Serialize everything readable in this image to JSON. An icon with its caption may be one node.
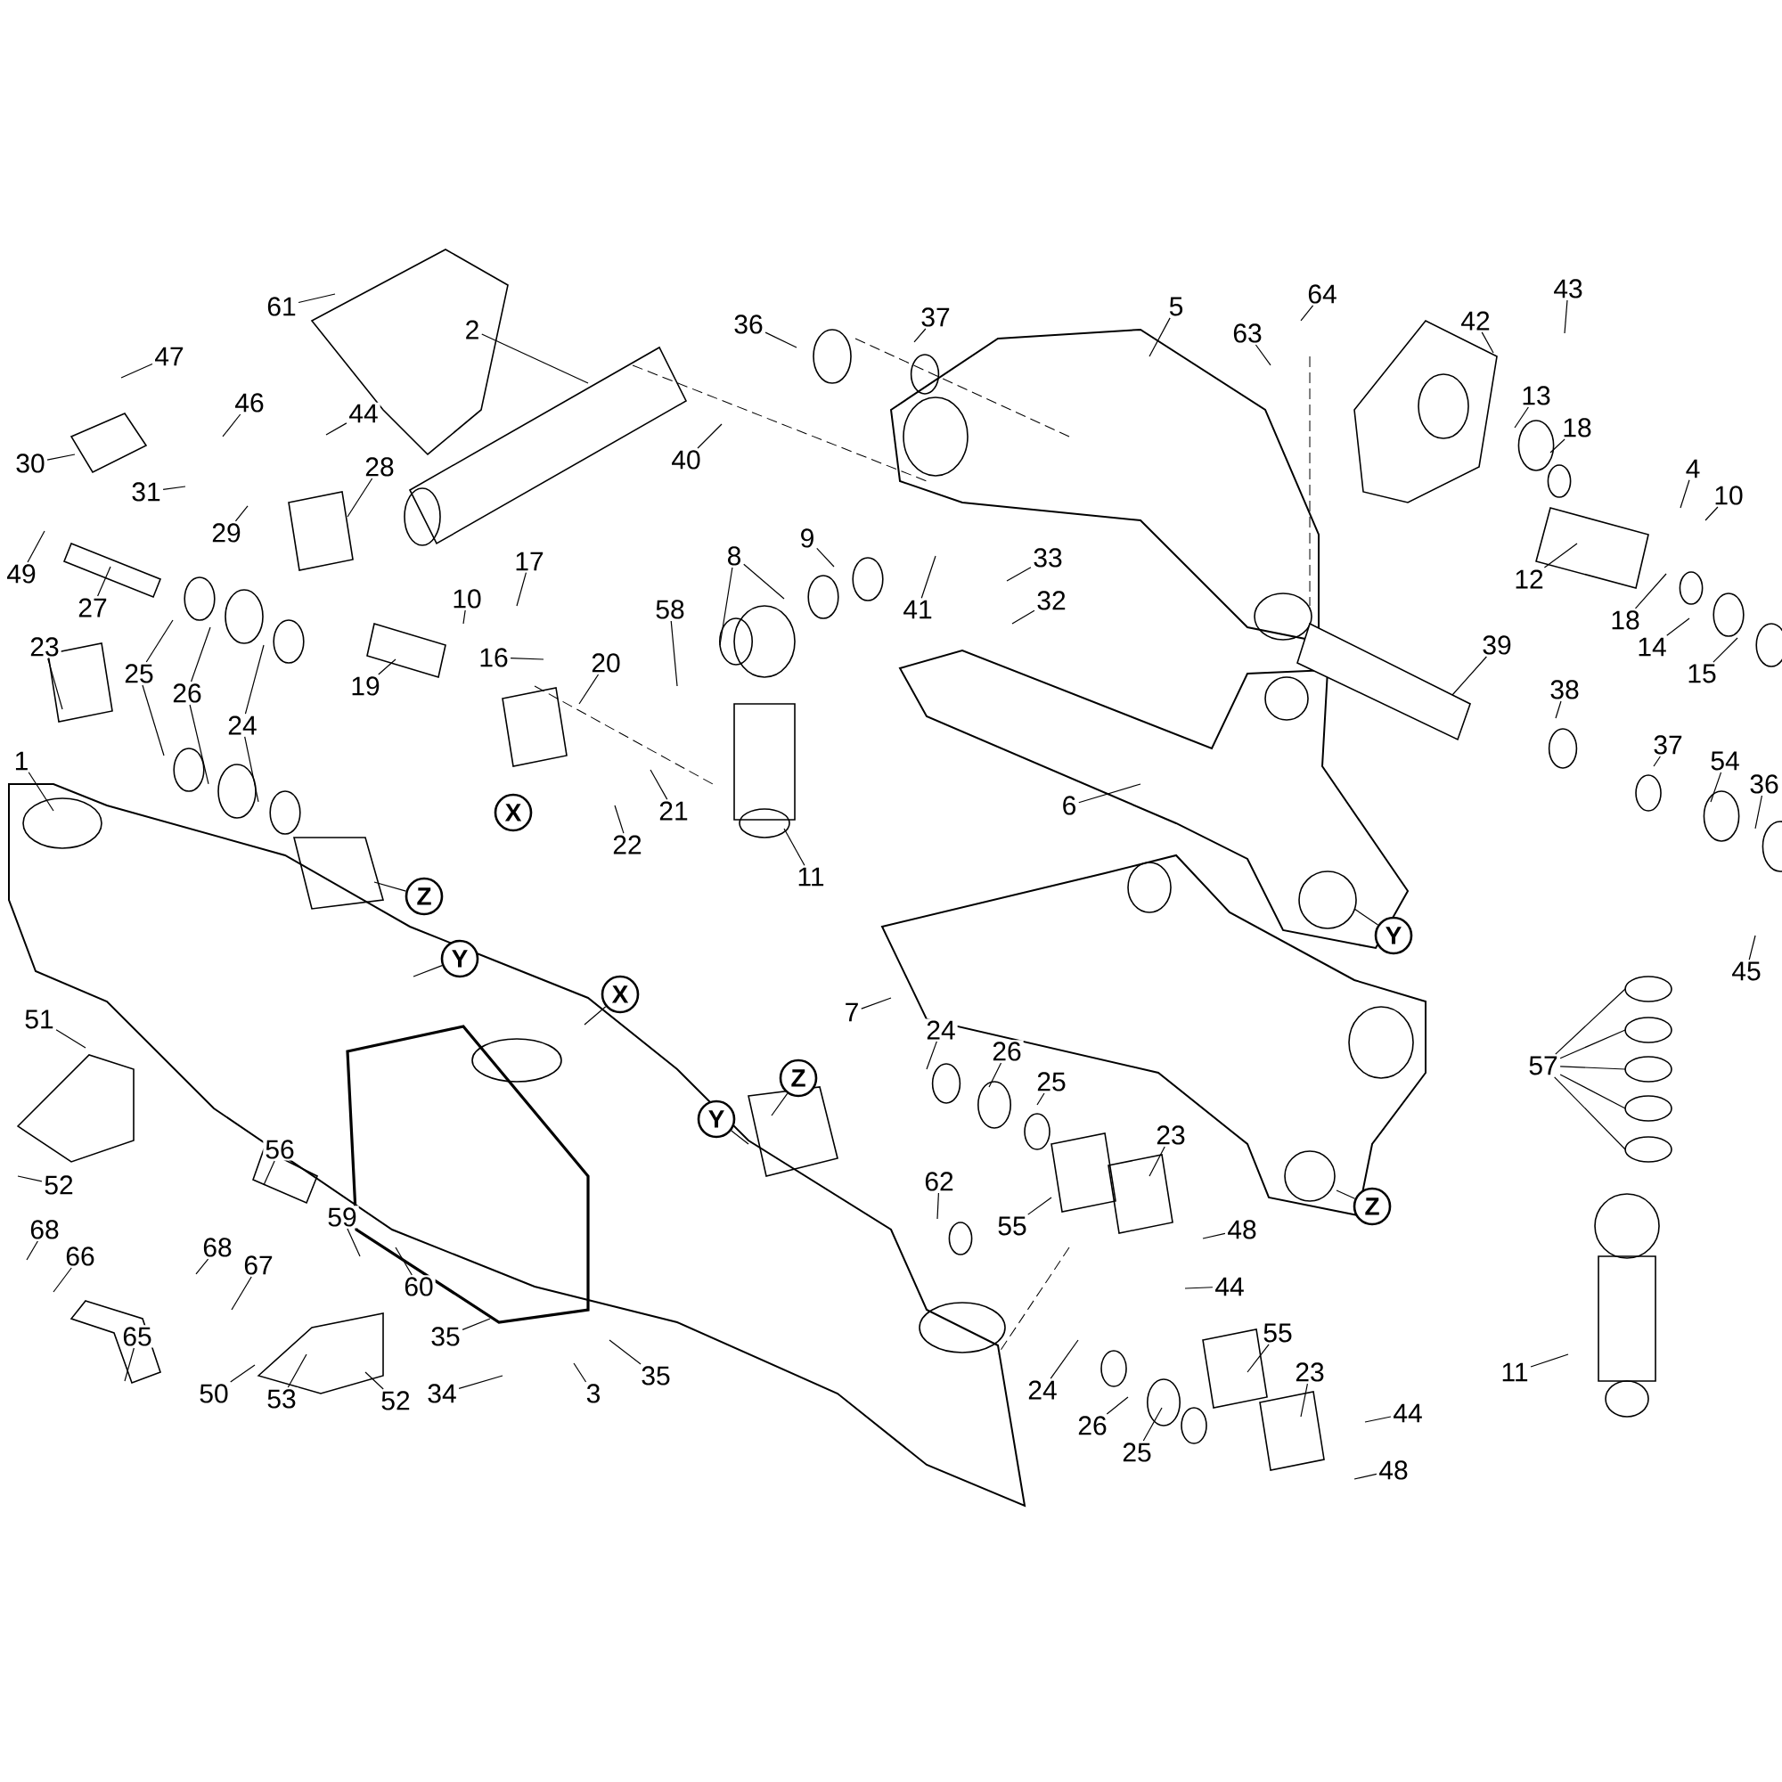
{
  "diagram": {
    "nodes": [
      {
        "text": [
          "61"
        ]
      },
      {
        "text": [
          "5"
        ]
      },
      {
        "text": [
          "43"
        ]
      },
      {
        "text": [
          "64"
        ]
      },
      {
        "text": [
          "36"
        ]
      },
      {
        "text": [
          "37"
        ]
      },
      {
        "text": [
          "2"
        ]
      },
      {
        "text": [
          "42"
        ]
      },
      {
        "text": [
          "63"
        ]
      },
      {
        "text": [
          "47"
        ]
      },
      {
        "text": [
          "13"
        ]
      },
      {
        "text": [
          "46"
        ]
      },
      {
        "text": [
          "44"
        ]
      },
      {
        "text": [
          "18"
        ]
      },
      {
        "text": [
          "40"
        ]
      },
      {
        "text": [
          "30"
        ]
      },
      {
        "text": [
          "28"
        ]
      },
      {
        "text": [
          "4"
        ]
      },
      {
        "text": [
          "31"
        ]
      },
      {
        "text": [
          "10"
        ]
      },
      {
        "text": [
          "29"
        ]
      },
      {
        "text": [
          "9"
        ]
      },
      {
        "text": [
          "8"
        ]
      },
      {
        "text": [
          "33"
        ]
      },
      {
        "text": [
          "17"
        ]
      },
      {
        "text": [
          "49"
        ]
      },
      {
        "text": [
          "12"
        ]
      },
      {
        "text": [
          "10"
        ]
      },
      {
        "text": [
          "32"
        ]
      },
      {
        "text": [
          "27"
        ]
      },
      {
        "text": [
          "58"
        ]
      },
      {
        "text": [
          "41"
        ]
      },
      {
        "text": [
          "18"
        ]
      },
      {
        "text": [
          "14"
        ]
      },
      {
        "text": [
          "23"
        ]
      },
      {
        "text": [
          "39"
        ]
      },
      {
        "text": [
          "16"
        ]
      },
      {
        "text": [
          "20"
        ]
      },
      {
        "text": [
          "25"
        ]
      },
      {
        "text": [
          "15"
        ]
      },
      {
        "text": [
          "19"
        ]
      },
      {
        "text": [
          "38"
        ]
      },
      {
        "text": [
          "26"
        ]
      },
      {
        "text": [
          "24"
        ]
      },
      {
        "text": [
          "37"
        ]
      },
      {
        "text": [
          "54"
        ]
      },
      {
        "text": [
          "1"
        ]
      },
      {
        "text": [
          "36"
        ]
      },
      {
        "text": [
          "6"
        ]
      },
      {
        "text": [
          "X"
        ]
      },
      {
        "text": [
          "22"
        ]
      },
      {
        "text": [
          "21"
        ]
      },
      {
        "text": [
          "11"
        ]
      },
      {
        "text": [
          "Z"
        ]
      },
      {
        "text": [
          "Y"
        ]
      },
      {
        "text": [
          "Y"
        ]
      },
      {
        "text": [
          "45"
        ]
      },
      {
        "text": [
          "X"
        ]
      },
      {
        "text": [
          "7"
        ]
      },
      {
        "text": [
          "51"
        ]
      },
      {
        "text": [
          "24"
        ]
      },
      {
        "text": [
          "26"
        ]
      },
      {
        "text": [
          "57"
        ]
      },
      {
        "text": [
          "Z"
        ]
      },
      {
        "text": [
          "25"
        ]
      },
      {
        "text": [
          "Y"
        ]
      },
      {
        "text": [
          "23"
        ]
      },
      {
        "text": [
          "56"
        ]
      },
      {
        "text": [
          "62"
        ]
      },
      {
        "text": [
          "52"
        ]
      },
      {
        "text": [
          "Z"
        ]
      },
      {
        "text": [
          "59"
        ]
      },
      {
        "text": [
          "55"
        ]
      },
      {
        "text": [
          "48"
        ]
      },
      {
        "text": [
          "68"
        ]
      },
      {
        "text": [
          "68"
        ]
      },
      {
        "text": [
          "66"
        ]
      },
      {
        "text": [
          "67"
        ]
      },
      {
        "text": [
          "60"
        ]
      },
      {
        "text": [
          "44"
        ]
      },
      {
        "text": [
          "55"
        ]
      },
      {
        "text": [
          "35"
        ]
      },
      {
        "text": [
          "65"
        ]
      },
      {
        "text": [
          "23"
        ]
      },
      {
        "text": [
          "11"
        ]
      },
      {
        "text": [
          "35"
        ]
      },
      {
        "text": [
          "24"
        ]
      },
      {
        "text": [
          "50"
        ]
      },
      {
        "text": [
          "34"
        ]
      },
      {
        "text": [
          "3"
        ]
      },
      {
        "text": [
          "53"
        ]
      },
      {
        "text": [
          "52"
        ]
      },
      {
        "text": [
          "44"
        ]
      },
      {
        "text": [
          "26"
        ]
      },
      {
        "text": [
          "25"
        ]
      },
      {
        "text": [
          "48"
        ]
      }
    ],
    "edges": [
      {
        "from": 0,
        "to": null,
        "arrow": "none"
      },
      {
        "from": 1,
        "to": null,
        "arrow": "none"
      },
      {
        "from": 2,
        "to": null,
        "arrow": "none"
      },
      {
        "from": 3,
        "to": null,
        "arrow": "none"
      },
      {
        "from": 4,
        "to": null,
        "arrow": "none"
      },
      {
        "from": 5,
        "to": null,
        "arrow": "none"
      },
      {
        "from": 6,
        "to": null,
        "arrow": "none"
      },
      {
        "from": 7,
        "to": null,
        "arrow": "none"
      },
      {
        "from": 8,
        "to": null,
        "arrow": "none"
      },
      {
        "from": 9,
        "to": null,
        "arrow": "none"
      },
      {
        "from": 10,
        "to": null,
        "arrow": "none"
      },
      {
        "from": 11,
        "to": null,
        "arrow": "none"
      },
      {
        "from": 12,
        "to": null,
        "arrow": "none"
      },
      {
        "from": 13,
        "to": null,
        "arrow": "none"
      },
      {
        "from": 14,
        "to": null,
        "arrow": "none"
      },
      {
        "from": 15,
        "to": null,
        "arrow": "none"
      },
      {
        "from": 16,
        "to": null,
        "arrow": "none"
      },
      {
        "from": 17,
        "to": null,
        "arrow": "none"
      },
      {
        "from": 18,
        "to": null,
        "arrow": "none"
      },
      {
        "from": 19,
        "to": null,
        "arrow": "none"
      },
      {
        "from": 20,
        "to": null,
        "arrow": "none"
      },
      {
        "from": 21,
        "to": null,
        "arrow": "none"
      },
      {
        "from": 22,
        "to": null,
        "arrow": "none"
      },
      {
        "from": 22,
        "to": null,
        "arrow": "none"
      },
      {
        "from": 23,
        "to": null,
        "arrow": "none"
      },
      {
        "from": 24,
        "to": null,
        "arrow": "none"
      },
      {
        "from": 25,
        "to": null,
        "arrow": "none"
      },
      {
        "from": 26,
        "to": null,
        "arrow": "none"
      },
      {
        "from": 27,
        "to": null,
        "arrow": "none"
      },
      {
        "from": 28,
        "to": null,
        "arrow": "none"
      },
      {
        "from": 29,
        "to": null,
        "arrow": "none"
      },
      {
        "from": 30,
        "to": null,
        "arrow": "none"
      },
      {
        "from": 31,
        "to": null,
        "arrow": "none"
      },
      {
        "from": 32,
        "to": null,
        "arrow": "none"
      },
      {
        "from": 33,
        "to": null,
        "arrow": "none"
      },
      {
        "from": 34,
        "to": null,
        "arrow": "none"
      },
      {
        "from": 35,
        "to": null,
        "arrow": "none"
      },
      {
        "from": 36,
        "to": null,
        "arrow": "none"
      },
      {
        "from": 37,
        "to": null,
        "arrow": "none"
      },
      {
        "from": 38,
        "to": null,
        "arrow": "none"
      },
      {
        "from": 38,
        "to": null,
        "arrow": "none"
      },
      {
        "from": 39,
        "to": null,
        "arrow": "none"
      },
      {
        "from": 40,
        "to": null,
        "arrow": "none"
      },
      {
        "from": 41,
        "to": null,
        "arrow": "none"
      },
      {
        "from": 42,
        "to": null,
        "arrow": "none"
      },
      {
        "from": 42,
        "to": null,
        "arrow": "none"
      },
      {
        "from": 43,
        "to": null,
        "arrow": "none"
      },
      {
        "from": 43,
        "to": null,
        "arrow": "none"
      },
      {
        "from": 44,
        "to": null,
        "arrow": "none"
      },
      {
        "from": 45,
        "to": null,
        "arrow": "none"
      },
      {
        "from": 46,
        "to": null,
        "arrow": "none"
      },
      {
        "from": 47,
        "to": null,
        "arrow": "none"
      },
      {
        "from": 48,
        "to": null,
        "arrow": "none"
      },
      {
        "from": 50,
        "to": null,
        "arrow": "none"
      },
      {
        "from": 51,
        "to": null,
        "arrow": "none"
      },
      {
        "from": 52,
        "to": null,
        "arrow": "none"
      },
      {
        "from": 53,
        "to": null,
        "arrow": "none"
      },
      {
        "from": 54,
        "to": null,
        "arrow": "none"
      },
      {
        "from": 55,
        "to": null,
        "arrow": "none"
      },
      {
        "from": 56,
        "to": null,
        "arrow": "none"
      },
      {
        "from": 57,
        "to": null,
        "arrow": "none"
      },
      {
        "from": 58,
        "to": null,
        "arrow": "none"
      },
      {
        "from": 59,
        "to": null,
        "arrow": "none"
      },
      {
        "from": 60,
        "to": null,
        "arrow": "none"
      },
      {
        "from": 61,
        "to": null,
        "arrow": "none"
      },
      {
        "from": 62,
        "to": null,
        "arrow": "none"
      },
      {
        "from": 62,
        "to": null,
        "arrow": "none"
      },
      {
        "from": 62,
        "to": null,
        "arrow": "none"
      },
      {
        "from": 62,
        "to": null,
        "arrow": "none"
      },
      {
        "from": 62,
        "to": null,
        "arrow": "none"
      },
      {
        "from": 63,
        "to": null,
        "arrow": "none"
      },
      {
        "from": 64,
        "to": null,
        "arrow": "none"
      },
      {
        "from": 65,
        "to": null,
        "arrow": "none"
      },
      {
        "from": 66,
        "to": null,
        "arrow": "none"
      },
      {
        "from": 67,
        "to": null,
        "arrow": "none"
      },
      {
        "from": 68,
        "to": null,
        "arrow": "none"
      },
      {
        "from": 69,
        "to": null,
        "arrow": "none"
      },
      {
        "from": 70,
        "to": null,
        "arrow": "none"
      },
      {
        "from": 71,
        "to": null,
        "arrow": "none"
      },
      {
        "from": 72,
        "to": null,
        "arrow": "none"
      },
      {
        "from": 73,
        "to": null,
        "arrow": "none"
      },
      {
        "from": 74,
        "to": null,
        "arrow": "none"
      },
      {
        "from": 75,
        "to": null,
        "arrow": "none"
      },
      {
        "from": 76,
        "to": null,
        "arrow": "none"
      },
      {
        "from": 77,
        "to": null,
        "arrow": "none"
      },
      {
        "from": 78,
        "to": null,
        "arrow": "none"
      },
      {
        "from": 79,
        "to": null,
        "arrow": "none"
      },
      {
        "from": 80,
        "to": null,
        "arrow": "none"
      },
      {
        "from": 81,
        "to": null,
        "arrow": "none"
      },
      {
        "from": 82,
        "to": null,
        "arrow": "none"
      },
      {
        "from": 83,
        "to": null,
        "arrow": "none"
      },
      {
        "from": 84,
        "to": null,
        "arrow": "none"
      },
      {
        "from": 85,
        "to": null,
        "arrow": "none"
      },
      {
        "from": 86,
        "to": null,
        "arrow": "none"
      },
      {
        "from": 87,
        "to": null,
        "arrow": "none"
      },
      {
        "from": 88,
        "to": null,
        "arrow": "none"
      },
      {
        "from": 89,
        "to": null,
        "arrow": "none"
      },
      {
        "from": 90,
        "to": null,
        "arrow": "none"
      },
      {
        "from": 91,
        "to": null,
        "arrow": "none"
      },
      {
        "from": 92,
        "to": null,
        "arrow": "none"
      },
      {
        "from": 93,
        "to": null,
        "arrow": "none"
      },
      {
        "from": 94,
        "to": null,
        "arrow": "none"
      },
      {
        "from": 95,
        "to": null,
        "arrow": "none"
      }
    ]
  }
}
